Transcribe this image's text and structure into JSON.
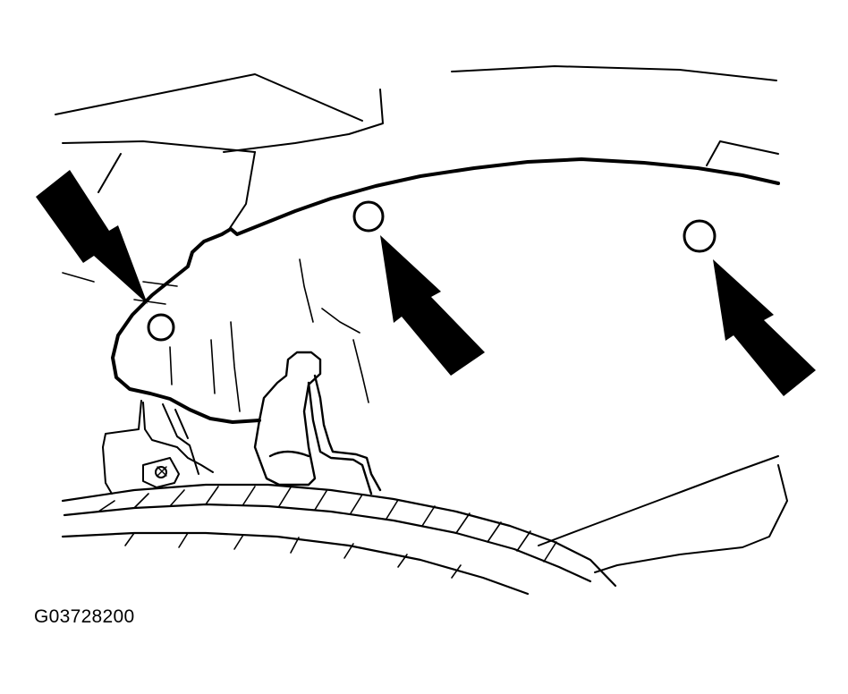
{
  "figure": {
    "code": "G03728200",
    "callouts": [
      {
        "name": "fastener-1",
        "pointer": "arrow"
      },
      {
        "name": "fastener-2",
        "pointer": "arrow"
      },
      {
        "name": "fastener-3",
        "pointer": "arrow"
      }
    ]
  },
  "colors": {
    "line": "#000000",
    "background": "#ffffff"
  }
}
